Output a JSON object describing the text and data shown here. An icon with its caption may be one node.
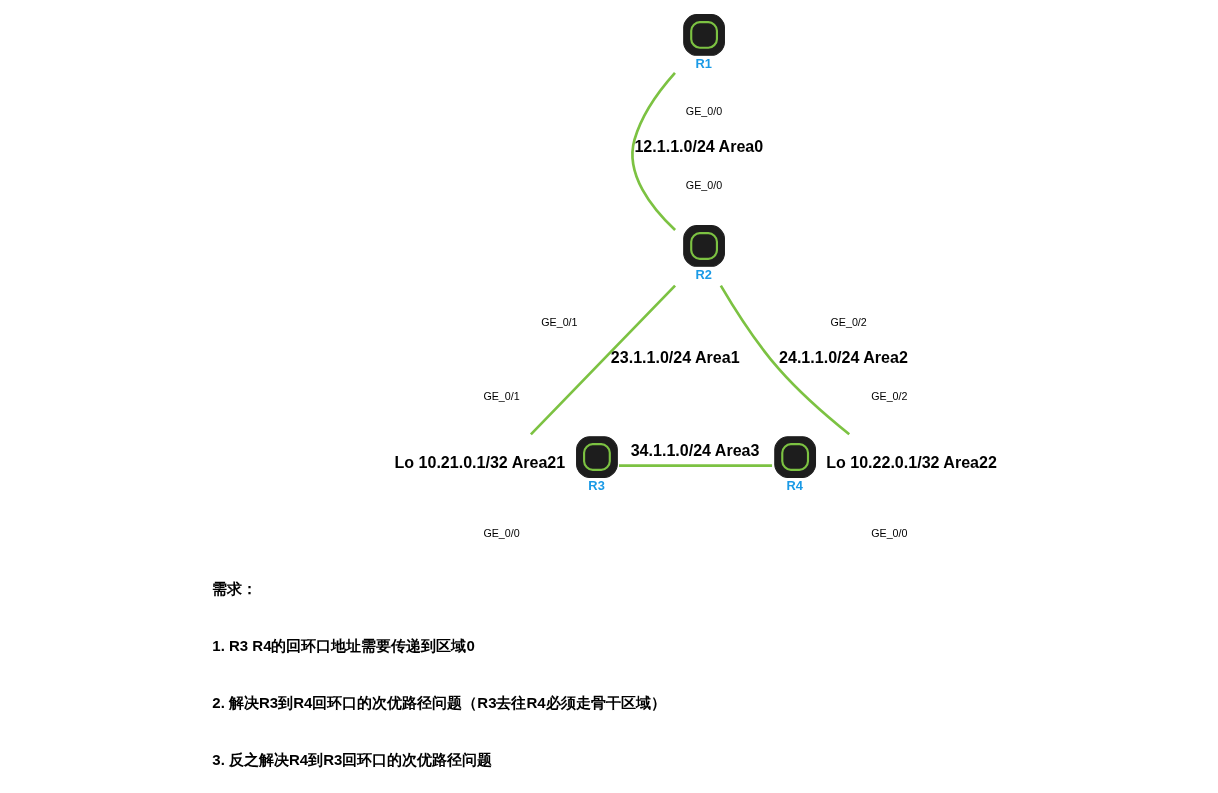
{
  "diagram": {
    "nodes": [
      {
        "text": [
          "R1"
        ]
      },
      {
        "text": [
          "R2"
        ]
      },
      {
        "text": [
          "R3"
        ],
        "beside": [
          "Lo 10.21.0.1/32 Area21"
        ]
      },
      {
        "text": [
          "R4"
        ],
        "beside": [
          "Lo 10.22.0.1/32 Area22"
        ]
      }
    ],
    "edges": [
      {
        "from": 0,
        "to": 1,
        "arrow": "none",
        "label": "12.1.1.0/24 Area0"
      },
      {
        "from": 1,
        "to": 2,
        "arrow": "none",
        "label": "23.1.1.0/24 Area1"
      },
      {
        "from": 1,
        "to": 3,
        "arrow": "none",
        "label": "24.1.1.0/24 Area2"
      },
      {
        "from": 2,
        "to": 3,
        "arrow": "none",
        "label": "34.1.1.0/24 Area3"
      }
    ],
    "labels": [
      "GE_0/0",
      "GE_0/0",
      "GE_0/1",
      "GE_0/2",
      "GE_0/1",
      "GE_0/2",
      "GE_0/0",
      "GE_0/0",
      "需求：",
      "1. R3 R4的回环口地址需要传递到区域0",
      "2. 解决R3到R4回环口的次优路径问题（R3去往R4必须走骨干区域）",
      "3. 反之解决R4到R3回环口的次优路径问题"
    ]
  }
}
